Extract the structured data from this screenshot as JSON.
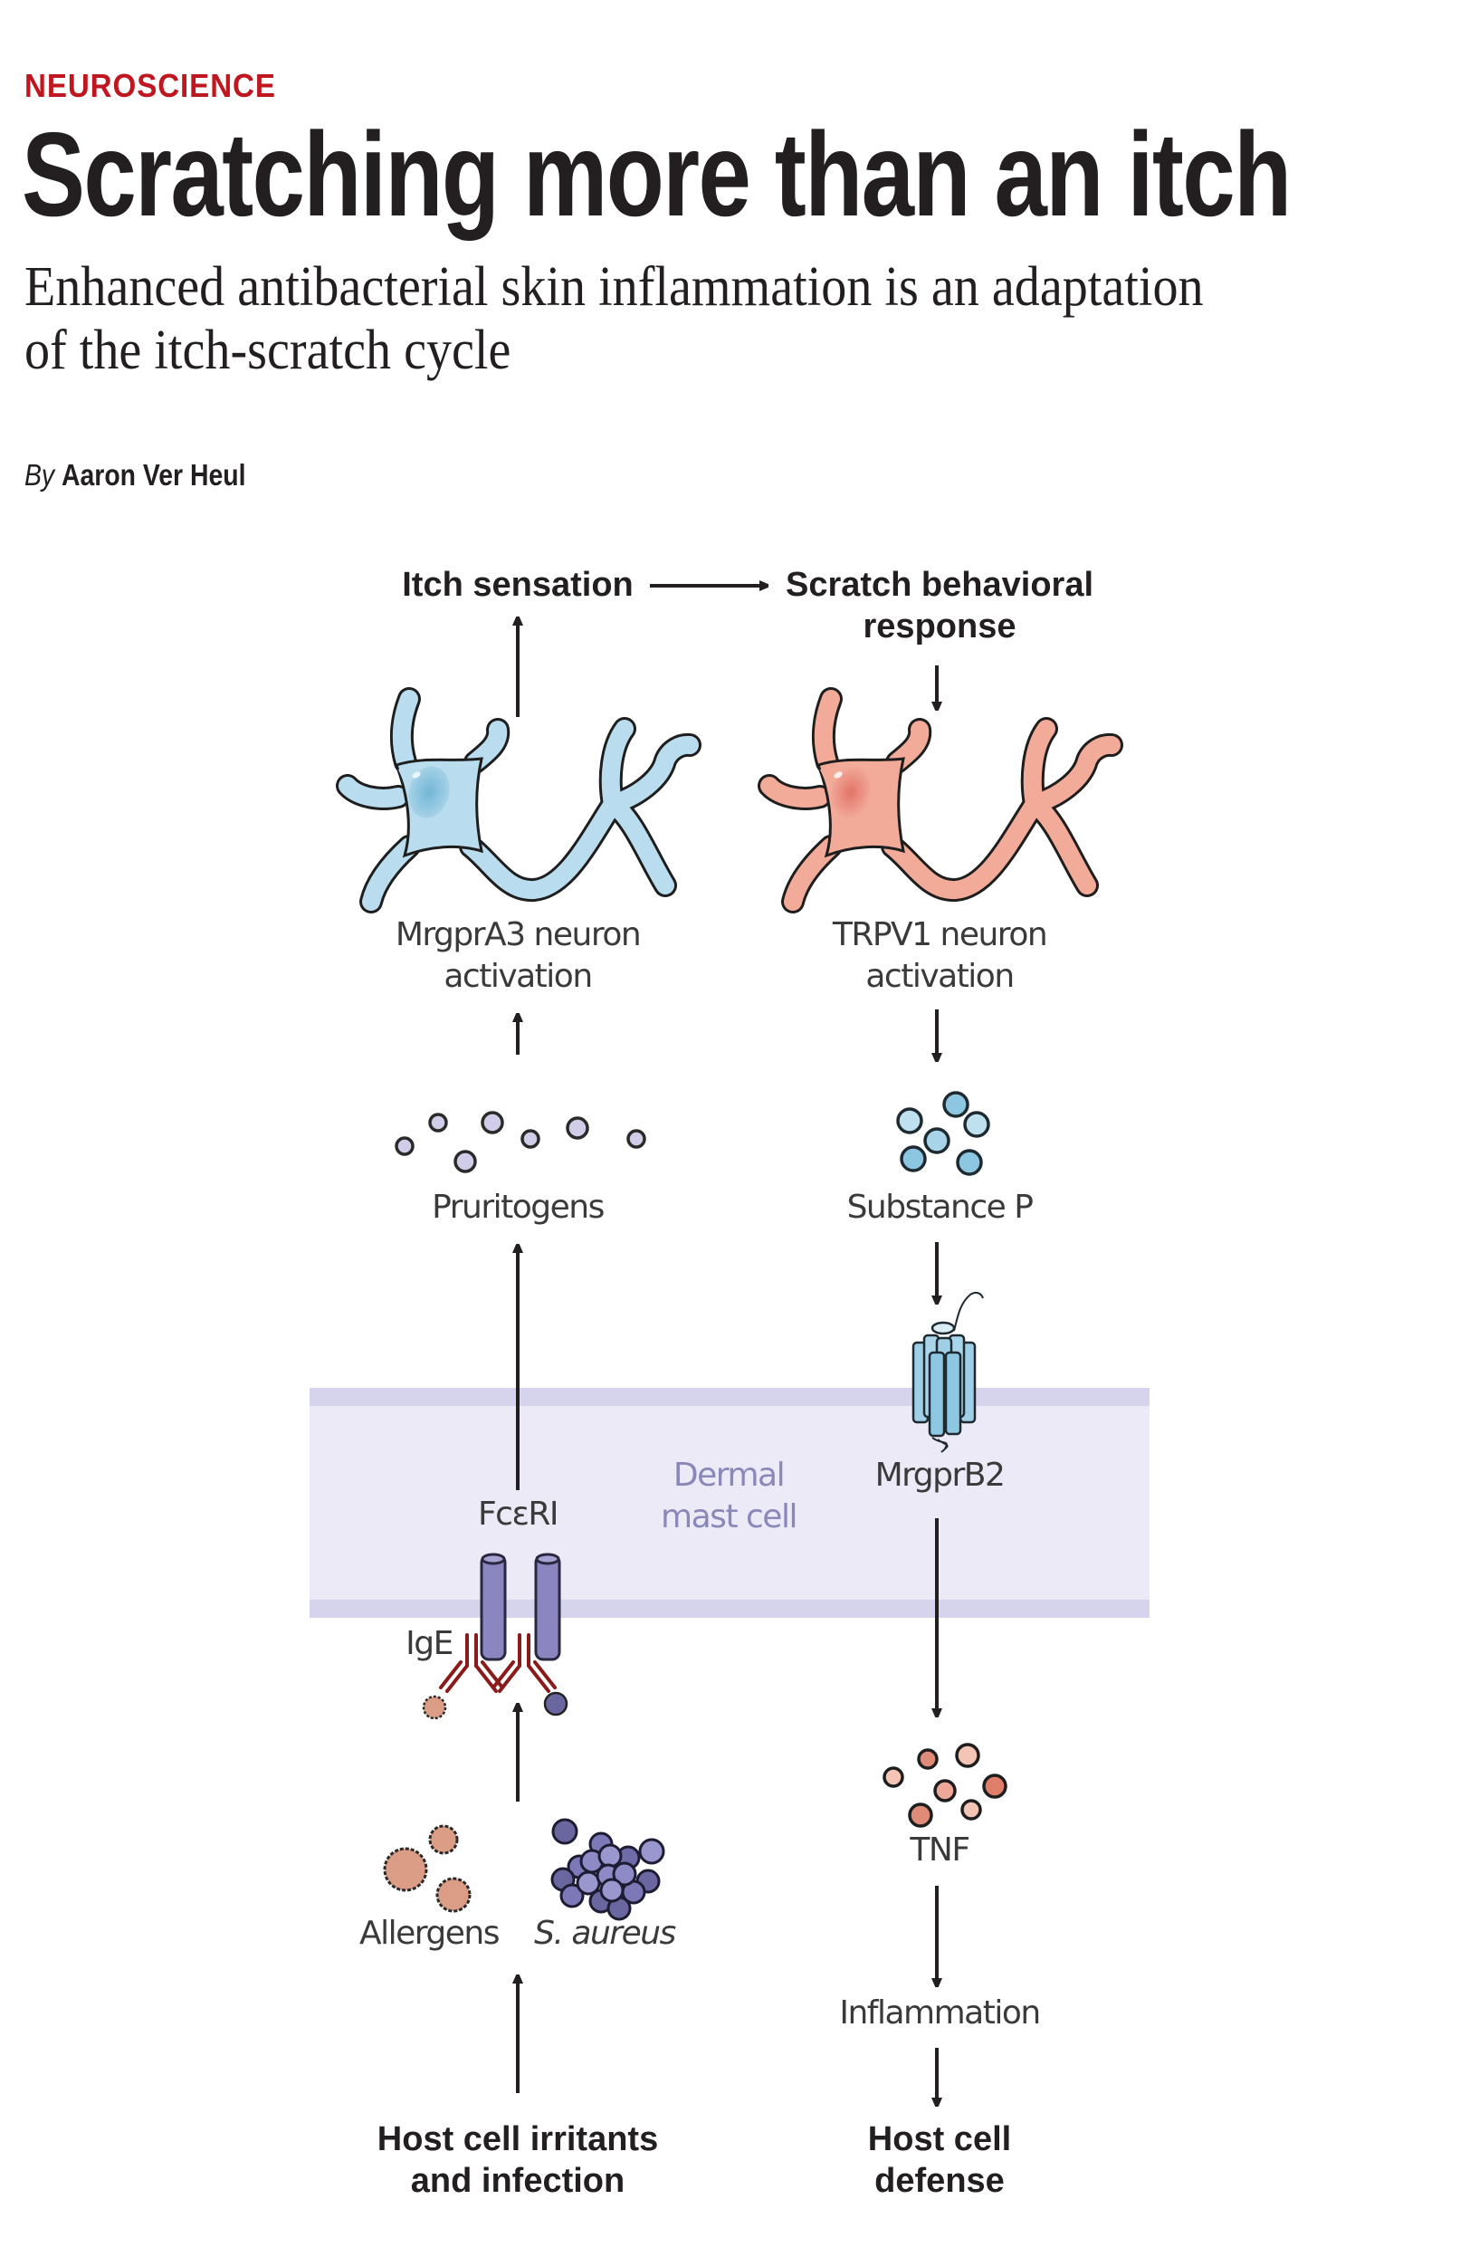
{
  "article": {
    "section": "NEUROSCIENCE",
    "title": "Scratching more than an itch",
    "subtitle_line1": "Enhanced antibacterial skin inflammation is an adaptation",
    "subtitle_line2": "of the itch-scratch cycle",
    "byline_prefix": "By",
    "author": "Aaron Ver Heul"
  },
  "diagram": {
    "top_left": "Itch sensation",
    "top_right_line1": "Scratch behavioral",
    "top_right_line2": "response",
    "left_neuron_line1": "MrgprA3 neuron",
    "left_neuron_line2": "activation",
    "right_neuron_line1": "TRPV1 neuron",
    "right_neuron_line2": "activation",
    "pruritogens": "Pruritogens",
    "substance_p": "Substance P",
    "membrane_line1": "Dermal",
    "membrane_line2": "mast cell",
    "receptor_left": "FcεRI",
    "receptor_right": "MrgprB2",
    "antibody": "IgE",
    "allergens": "Allergens",
    "bacteria": "S. aureus",
    "tnf": "TNF",
    "inflammation": "Inflammation",
    "bottom_left_line1": "Host cell irritants",
    "bottom_left_line2": "and infection",
    "bottom_right_line1": "Host cell",
    "bottom_right_line2": "defense"
  },
  "colors": {
    "section_red": "#c0161f",
    "neuron_blue": "#b9ddef",
    "neuron_pink": "#f2ab99",
    "membrane": "#ebeaf6",
    "membrane_band": "#d6d4ec",
    "igE_red": "#8b1a1a",
    "receptor_purple": "#8b86bf",
    "receptor_blue": "#9fcfe6"
  }
}
